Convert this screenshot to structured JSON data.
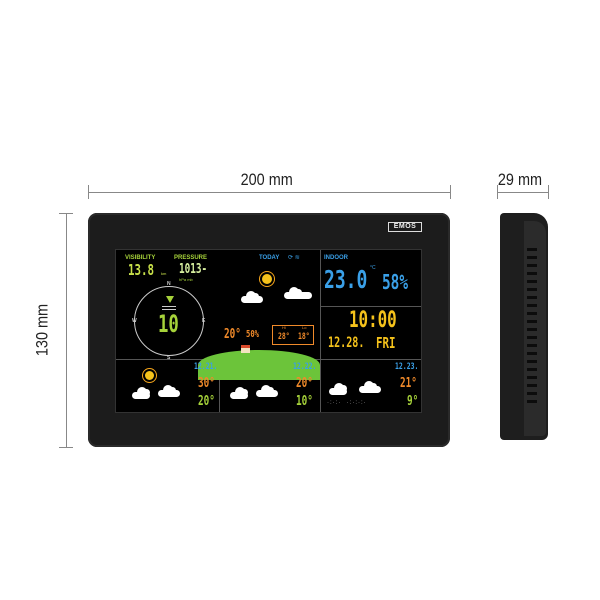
{
  "dimensions": {
    "width": "200 mm",
    "height": "130 mm",
    "depth": "29 mm"
  },
  "brand": "EMOS",
  "screen": {
    "visibility": {
      "label": "VISIBILITY",
      "value": "13.8",
      "unit": "km"
    },
    "pressure": {
      "label": "PRESSURE",
      "value": "1013-",
      "unit": "hPa mb"
    },
    "wind": {
      "speed": "10",
      "directions": [
        "N",
        "E",
        "S",
        "W"
      ]
    },
    "today": {
      "label": "TODAY",
      "temp": "20°",
      "humidity": "50%",
      "hi_label": "Hi",
      "hi": "28°",
      "lo_label": "Lo",
      "lo": "18°"
    },
    "indoor": {
      "label": "INDOOR",
      "temp": "23.0",
      "temp_unit": "°C",
      "humidity": "58%"
    },
    "clock": {
      "time": "10:00",
      "date": "12.28.",
      "day": "FRI"
    },
    "forecast": [
      {
        "date": "12.21.",
        "hi": "30°",
        "lo": "20°"
      },
      {
        "date": "12.22.",
        "hi": "20°",
        "lo": "10°"
      },
      {
        "date": "12.23.",
        "hi": "21°",
        "lo": "9°"
      }
    ]
  },
  "colors": {
    "green": "#a6d23a",
    "blue": "#3aa0e8",
    "orange": "#f08a2a",
    "yellow": "#f5c21b"
  }
}
